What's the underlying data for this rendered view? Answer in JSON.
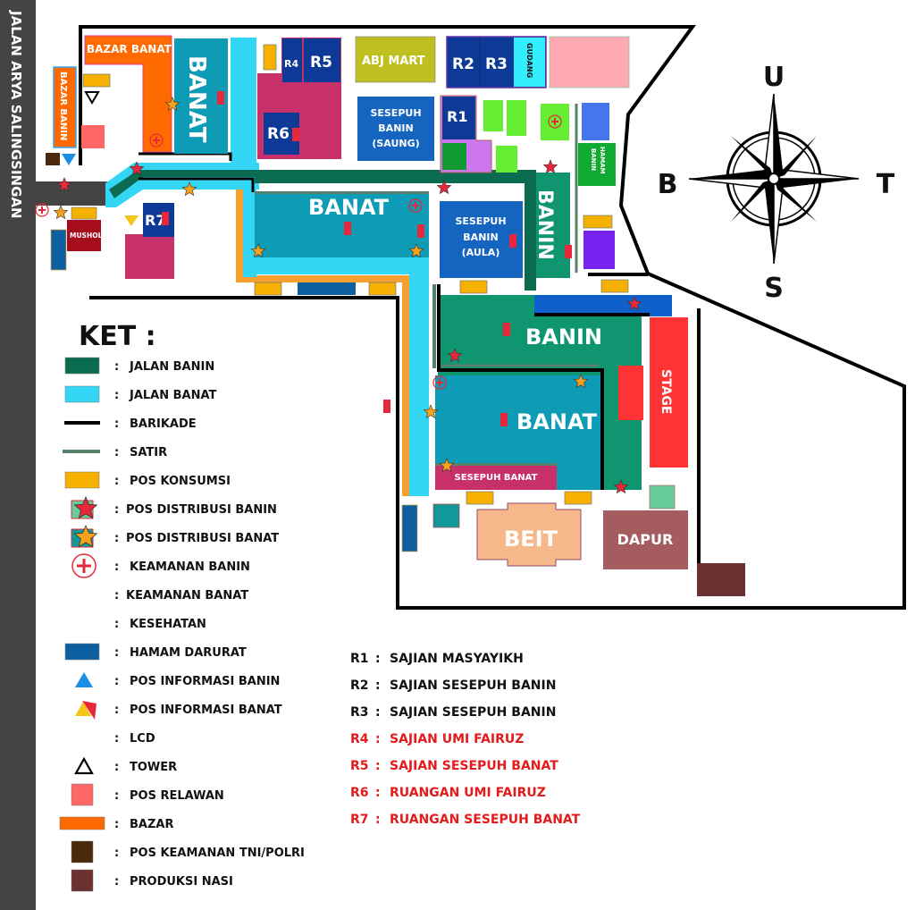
{
  "road": {
    "name": "JALAN ARYA SALINGSINGAN"
  },
  "areas": {
    "bazar_banat": "BAZAR BANAT",
    "bazar_banin": "BAZAR BANIN",
    "banat_top": "BANAT",
    "banat_mid": "BANAT",
    "banat_low": "BANAT",
    "banin_right": "BANIN",
    "banin_low": "BANIN",
    "r1": "R1",
    "r2": "R2",
    "r3": "R3",
    "r4": "R4",
    "r5": "R5",
    "r6": "R6",
    "r7": "R7",
    "abj_mart": "ABJ MART",
    "gudang": "GUDANG",
    "sesepuh_saung": [
      "SESEPUH",
      "BANIN",
      "(SAUNG)"
    ],
    "sesepuh_aula": [
      "SESEPUH",
      "BANIN",
      "(AULA)"
    ],
    "hamam_banin": [
      "HAMAM",
      "BANIN"
    ],
    "mushola": "MUSHOLA",
    "stage": "STAGE",
    "sesepuh_banat": "SESEPUH BANAT",
    "beit": "BEIT",
    "dapur": "DAPUR"
  },
  "compass": {
    "north": "U",
    "south": "S",
    "west": "B",
    "east": "T"
  },
  "legend": {
    "title": "KET :",
    "items": [
      {
        "icon": "jalan-banin-swatch",
        "color": "#0b6b50",
        "label": "JALAN BANIN"
      },
      {
        "icon": "jalan-banat-swatch",
        "color": "#33d6f5",
        "label": "JALAN BANAT"
      },
      {
        "icon": "barikade-line",
        "color": "#000000",
        "label": "BARIKADE"
      },
      {
        "icon": "satir-line",
        "color": "#55806a",
        "label": "SATIR"
      },
      {
        "icon": "pos-konsumsi-swatch",
        "color": "#f5b000",
        "label": "POS KONSUMSI"
      },
      {
        "icon": "red-star-icon",
        "color": "#e8283a",
        "label": "POS DISTRIBUSI BANIN"
      },
      {
        "icon": "orange-star-icon",
        "color": "#f7a21b",
        "label": "POS DISTRIBUSI BANAT"
      },
      {
        "icon": "red-cross-icon",
        "color": "#e8283a",
        "label": "KEAMANAN BANIN"
      },
      {
        "icon": "none",
        "color": "",
        "label": "KEAMANAN BANAT"
      },
      {
        "icon": "none",
        "color": "",
        "label": "KESEHATAN"
      },
      {
        "icon": "hamam-darurat-swatch",
        "color": "#0d5fa0",
        "label": "HAMAM DARURAT"
      },
      {
        "icon": "blue-triangle-icon",
        "color": "#1b8fe8",
        "label": "POS INFORMASI BANIN"
      },
      {
        "icon": "yellow-triangle-icon",
        "color": "#f5c518",
        "label": "POS INFORMASI BANAT"
      },
      {
        "icon": "none",
        "color": "",
        "label": "LCD"
      },
      {
        "icon": "tower-triangle-icon",
        "color": "#000000",
        "label": "TOWER"
      },
      {
        "icon": "pos-relawan-swatch",
        "color": "#ff6666",
        "label": "POS RELAWAN"
      },
      {
        "icon": "bazar-swatch",
        "color": "#ff6a00",
        "label": "BAZAR"
      },
      {
        "icon": "pos-keamanan-swatch",
        "color": "#4a2a0a",
        "label": "POS KEAMANAN TNI/POLRI"
      },
      {
        "icon": "produksi-nasi-swatch",
        "color": "#6b3030",
        "label": "PRODUKSI NASI"
      }
    ]
  },
  "rooms_legend": [
    {
      "code": "R1",
      "label": "SAJIAN MASYAYIKH",
      "color": "#111111"
    },
    {
      "code": "R2",
      "label": "SAJIAN SESEPUH BANIN",
      "color": "#111111"
    },
    {
      "code": "R3",
      "label": "SAJIAN SESEPUH BANIN",
      "color": "#111111"
    },
    {
      "code": "R4",
      "label": "SAJIAN UMI FAIRUZ",
      "color": "#e51a1a"
    },
    {
      "code": "R5",
      "label": "SAJIAN SESEPUH BANAT",
      "color": "#e51a1a"
    },
    {
      "code": "R6",
      "label": "RUANGAN UMI FAIRUZ",
      "color": "#e51a1a"
    },
    {
      "code": "R7",
      "label": "RUANGAN SESEPUH BANAT",
      "color": "#e51a1a"
    }
  ],
  "colors": {
    "road": "#444444",
    "jalan_banin": "#0b6b50",
    "jalan_banat": "#33d6f5",
    "banat_area": "#0e9bb5",
    "banin_area": "#0f9670",
    "navy_room": "#0d3a96",
    "magenta": "#c8306a",
    "stage": "#ff3333"
  }
}
